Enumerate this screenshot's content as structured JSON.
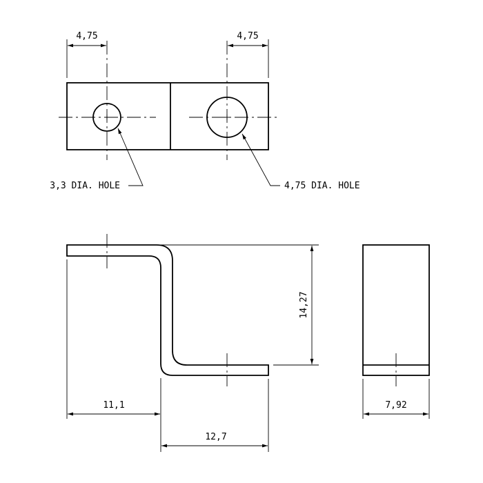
{
  "top_view": {
    "dim_left_hole_offset": "4,75",
    "dim_right_hole_offset": "4,75",
    "note_small_hole": "3,3 DIA. HOLE",
    "note_large_hole": "4,75 DIA. HOLE"
  },
  "side_view": {
    "dim_height": "14,27",
    "dim_left_length": "11,1",
    "dim_right_length": "12,7"
  },
  "end_view": {
    "dim_width": "7,92"
  }
}
